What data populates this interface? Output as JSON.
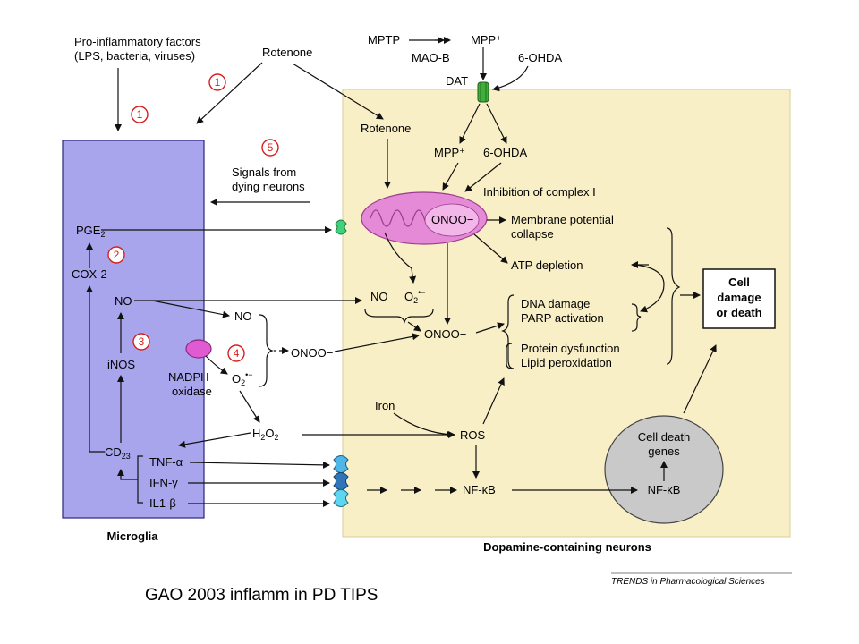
{
  "regions": {
    "microglia": "Microglia",
    "neurons": "Dopamine-containing neurons"
  },
  "labels": {
    "pro_inflammatory_1": "Pro-inflammatory factors",
    "pro_inflammatory_2": "(LPS, bacteria, viruses)",
    "rotenone_top": "Rotenone",
    "rotenone_inner": "Rotenone",
    "mptp": "MPTP",
    "mpp_top": "MPP⁺",
    "maob": "MAO-B",
    "sixohda_top": "6-OHDA",
    "dat": "DAT",
    "mpp_inner": "MPP⁺",
    "sixohda_inner": "6-OHDA",
    "signals_1": "Signals from",
    "signals_2": "dying neurons",
    "inhibition": "Inhibition of complex I",
    "pge2": "PGE",
    "pge2_sub": "2",
    "cox2": "COX-2",
    "no_microglia": "NO",
    "inos": "iNOS",
    "nadph_1": "NADPH",
    "nadph_2": "oxidase",
    "no_mid": "NO",
    "o2_mid": "O",
    "o2_mid_sub": "2",
    "o2_mid_sup": "•−",
    "onoo_mid": "ONOO−",
    "h2o2": "H",
    "h2o2_a": "2",
    "h2o2_b": "O",
    "h2o2_c": "2",
    "cd23": "CD",
    "cd23_sub": "23",
    "tnf": "TNF-α",
    "ifn": "IFN-γ",
    "il1": "IL1-β",
    "onoo_mito": "ONOO−",
    "membrane_1": "Membrane potential",
    "membrane_2": "collapse",
    "atp": "ATP depletion",
    "no_neuron": "NO",
    "o2_neuron": "O",
    "o2_neuron_sub": "2",
    "o2_neuron_sup": "•−",
    "onoo_neuron": "ONOO−",
    "dna_damage": "DNA damage",
    "parp": "PARP activation",
    "protein_dys": "Protein dysfunction",
    "lipid": "Lipid peroxidation",
    "cell_damage_1": "Cell",
    "cell_damage_2": "damage",
    "cell_damage_3": "or death",
    "iron": "Iron",
    "ros": "ROS",
    "nfkb_1": "NF-κB",
    "nfkb_2": "NF-κB",
    "cell_death_genes_1": "Cell death",
    "cell_death_genes_2": "genes",
    "source": "TRENDS in Pharmacological Sciences"
  },
  "steps": [
    "1",
    "1",
    "2",
    "3",
    "4",
    "5"
  ],
  "caption": "GAO 2003 inflamm in PD TIPS",
  "colors": {
    "microglia_fill": "#a9a5ec",
    "neuron_fill": "#f9efc6",
    "mitochondrion": "#e48ad6",
    "nadph_oxidase": "#e05ad2",
    "receptor": "#3bc0e6",
    "dat_channel": "#3fae3a",
    "nucleus": "#c9c9c9",
    "step_marker": "#d81e1e"
  }
}
